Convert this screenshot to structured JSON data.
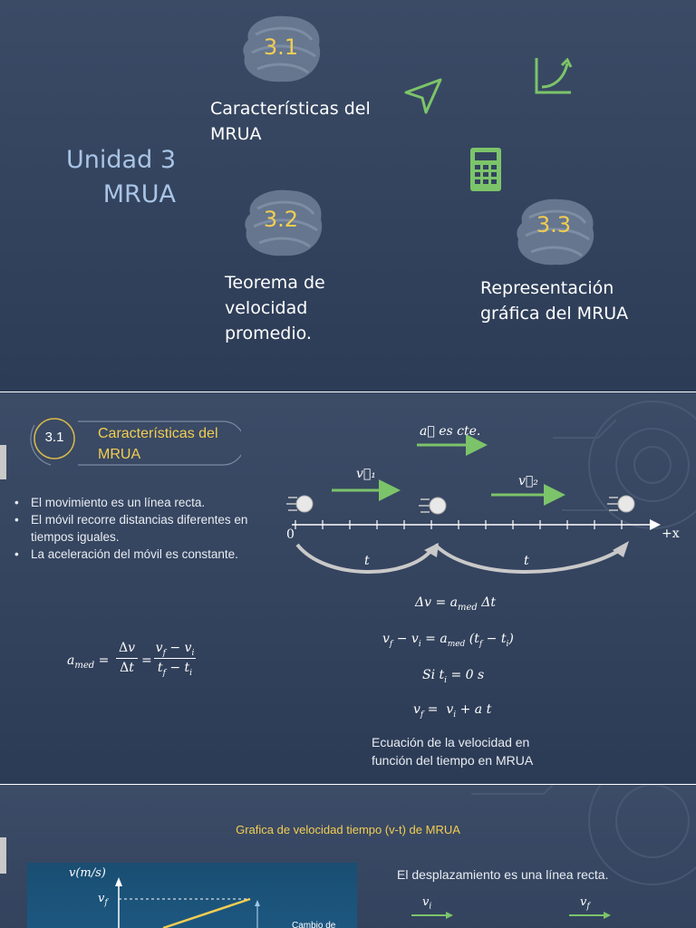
{
  "slide1": {
    "unit_line1": "Unidad 3",
    "unit_line2": "MRUA",
    "items": [
      {
        "number": "3.1",
        "text_line1": "Características del",
        "text_line2": "MRUA"
      },
      {
        "number": "3.2",
        "text_line1": "Teorema de",
        "text_line2": "velocidad",
        "text_line3": "promedio."
      },
      {
        "number": "3.3",
        "text_line1": "Representación",
        "text_line2": "gráfica del MRUA"
      }
    ],
    "icons": [
      "send-arrow-icon",
      "growth-chart-icon",
      "calculator-icon"
    ],
    "colors": {
      "accent_number": "#f3cd52",
      "icon_green": "#7cc46a",
      "unit_text": "#a9c4e6"
    }
  },
  "slide2": {
    "badge_number": "3.1",
    "title_line1": "Características del",
    "title_line2": "MRUA",
    "accel_label": "a⃗ es cte.",
    "v1_label": "v⃗₁",
    "v2_label": "v⃗₂",
    "origin_label": "0",
    "axis_label": "+x",
    "t_label": "t",
    "bullets": [
      "El movimiento es un línea recta.",
      "El móvil recorre distancias diferentes en tiempos iguales.",
      "La aceleración del móvil es constante."
    ],
    "equations": {
      "delta_v": "Δv = a",
      "delta_v_sub": "med",
      "delta_v_tail": " Δt",
      "vf_vi": "v",
      "si_t": "Si   t",
      "si_tail": " = 0 s",
      "final": "v"
    },
    "caption_line1": "Ecuación de la velocidad en",
    "caption_line2": "función del tiempo en MRUA"
  },
  "slide3": {
    "title": "Grafica de velocidad tiempo (v-t) de MRUA",
    "y_axis_label": "v(m/s)",
    "vf_label": "v",
    "change_label": "Cambio de",
    "right_text": "El desplazamiento es una línea recta.",
    "vi_arrow_label": "v",
    "vf_arrow_label": "v"
  }
}
